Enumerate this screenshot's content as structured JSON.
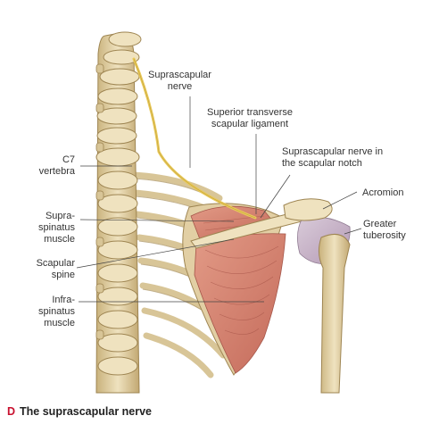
{
  "figure": {
    "caption_letter": "D",
    "caption_title": "The suprascapular nerve"
  },
  "labels": {
    "suprascapular_nerve": "Suprascapular\nnerve",
    "superior_transverse_ligament": "Superior transverse\nscapular ligament",
    "nerve_in_notch": "Suprascapular nerve in\nthe scapular notch",
    "acromion": "Acromion",
    "greater_tuberosity": "Greater\ntuberosity",
    "c7_vertebra": "C7\nvertebra",
    "supraspinatus": "Supra-\nspinatus\nmuscle",
    "scapular_spine": "Scapular\nspine",
    "infraspinatus": "Infra-\nspinatus\nmuscle"
  },
  "colors": {
    "bone": "#e6d6ad",
    "bone_shade": "#b89e68",
    "muscle": "#d9826f",
    "muscle_shade": "#b8584a",
    "nerve": "#e9c95a",
    "deltoid": "#c8b7c9",
    "caption_accent": "#c8102e"
  }
}
